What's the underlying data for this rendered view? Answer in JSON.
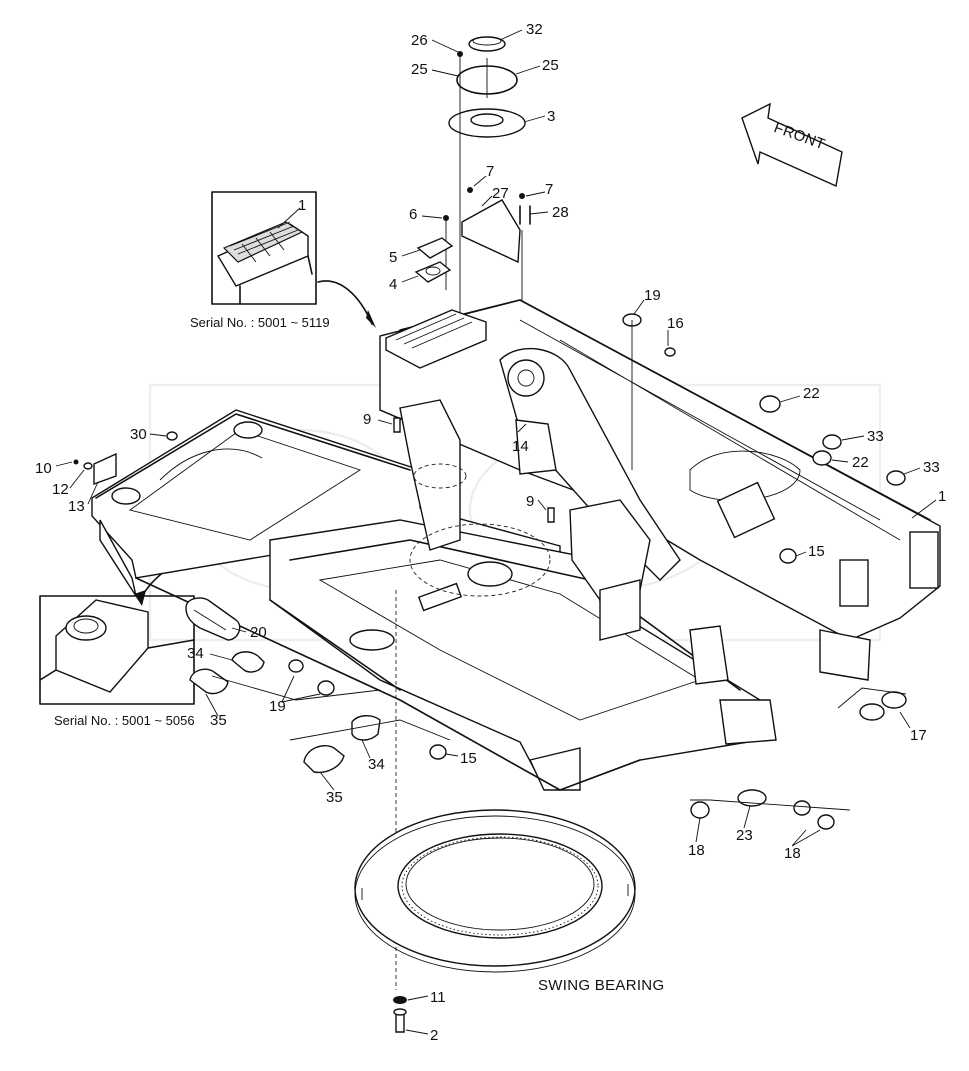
{
  "direction_arrow": {
    "text": "FRONT"
  },
  "captions": {
    "serial_top": "Serial No. : 5001 ~ 5119",
    "serial_left": "Serial No. : 5001 ~ 5056",
    "swing_bearing": "SWING BEARING"
  },
  "callouts": [
    {
      "id": "c26",
      "text": "26"
    },
    {
      "id": "c32",
      "text": "32"
    },
    {
      "id": "c25a",
      "text": "25"
    },
    {
      "id": "c25b",
      "text": "25"
    },
    {
      "id": "c3",
      "text": "3"
    },
    {
      "id": "c7a",
      "text": "7"
    },
    {
      "id": "c27",
      "text": "27"
    },
    {
      "id": "c7b",
      "text": "7"
    },
    {
      "id": "c28",
      "text": "28"
    },
    {
      "id": "c6",
      "text": "6"
    },
    {
      "id": "c1a",
      "text": "1"
    },
    {
      "id": "c5",
      "text": "5"
    },
    {
      "id": "c4",
      "text": "4"
    },
    {
      "id": "c19a",
      "text": "19"
    },
    {
      "id": "c16",
      "text": "16"
    },
    {
      "id": "c22a",
      "text": "22"
    },
    {
      "id": "c9a",
      "text": "9"
    },
    {
      "id": "c30",
      "text": "30"
    },
    {
      "id": "c14",
      "text": "14"
    },
    {
      "id": "c33a",
      "text": "33"
    },
    {
      "id": "c22b",
      "text": "22"
    },
    {
      "id": "c33b",
      "text": "33"
    },
    {
      "id": "c10",
      "text": "10"
    },
    {
      "id": "c12",
      "text": "12"
    },
    {
      "id": "c13",
      "text": "13"
    },
    {
      "id": "c1b",
      "text": "1"
    },
    {
      "id": "c9b",
      "text": "9"
    },
    {
      "id": "c15a",
      "text": "15"
    },
    {
      "id": "c20",
      "text": "20"
    },
    {
      "id": "c34a",
      "text": "34"
    },
    {
      "id": "c19b",
      "text": "19"
    },
    {
      "id": "c35a",
      "text": "35"
    },
    {
      "id": "c17",
      "text": "17"
    },
    {
      "id": "c34b",
      "text": "34"
    },
    {
      "id": "c15b",
      "text": "15"
    },
    {
      "id": "c35b",
      "text": "35"
    },
    {
      "id": "c23",
      "text": "23"
    },
    {
      "id": "c18a",
      "text": "18"
    },
    {
      "id": "c18b",
      "text": "18"
    },
    {
      "id": "c11",
      "text": "11"
    },
    {
      "id": "c2",
      "text": "2"
    }
  ]
}
